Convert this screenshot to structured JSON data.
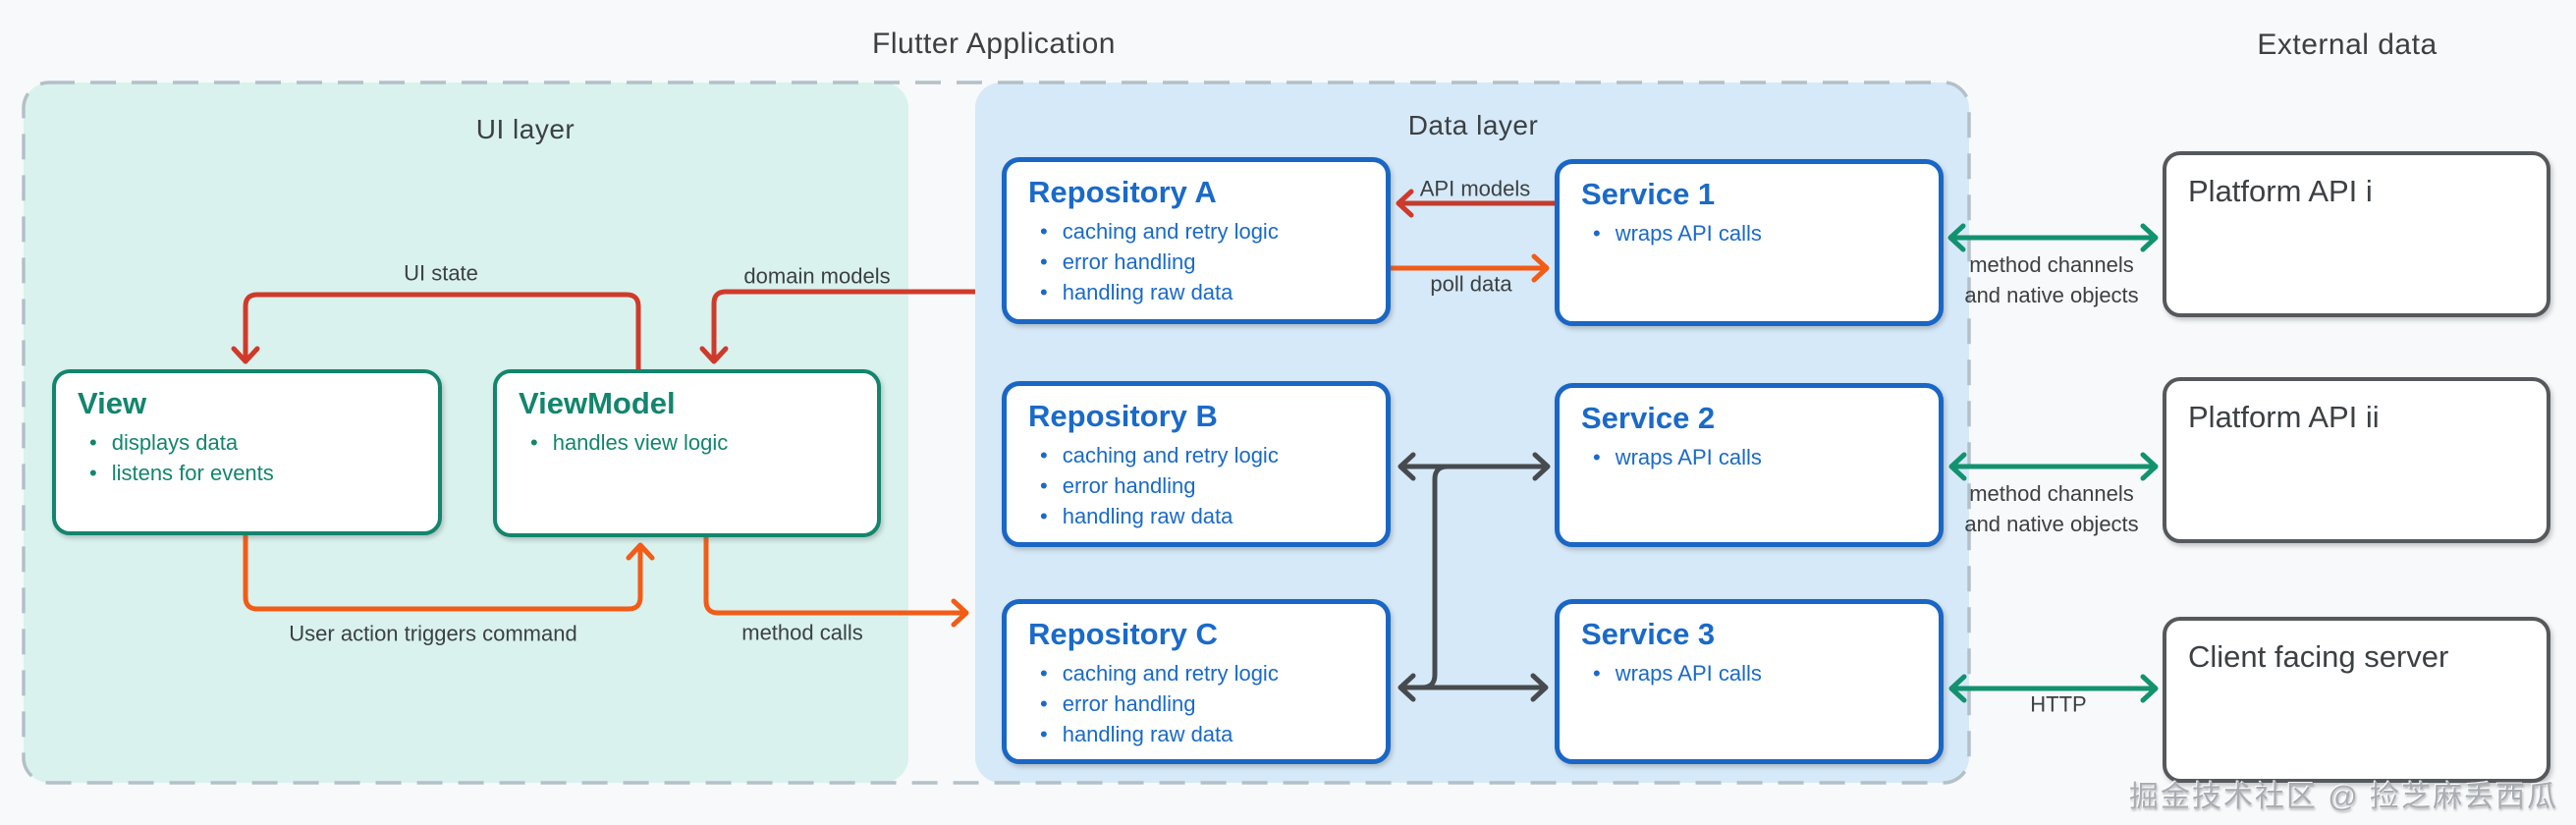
{
  "page": {
    "title_left": "Flutter Application",
    "title_right": "External data",
    "watermark": "掘金技术社区 @ 捡芝麻丢西瓜"
  },
  "panels": {
    "ui_layer": {
      "label": "UI layer"
    },
    "data_layer": {
      "label": "Data layer"
    }
  },
  "ui_layer": {
    "view": {
      "title": "View",
      "bullets": [
        "displays data",
        "listens for events"
      ]
    },
    "viewmodel": {
      "title": "ViewModel",
      "bullets": [
        "handles view logic"
      ]
    }
  },
  "data_layer": {
    "repositories": [
      {
        "title": "Repository A",
        "bullets": [
          "caching and retry logic",
          "error handling",
          "handling raw data"
        ]
      },
      {
        "title": "Repository B",
        "bullets": [
          "caching and retry logic",
          "error handling",
          "handling raw data"
        ]
      },
      {
        "title": "Repository C",
        "bullets": [
          "caching and retry logic",
          "error handling",
          "handling raw data"
        ]
      }
    ],
    "services": [
      {
        "title": "Service 1",
        "bullets": [
          "wraps API calls"
        ]
      },
      {
        "title": "Service 2",
        "bullets": [
          "wraps API calls"
        ]
      },
      {
        "title": "Service 3",
        "bullets": [
          "wraps API calls"
        ]
      }
    ]
  },
  "external": {
    "boxes": [
      {
        "title": "Platform API i"
      },
      {
        "title": "Platform API ii"
      },
      {
        "title": "Client facing server"
      }
    ]
  },
  "arrows": {
    "ui_state": "UI state",
    "domain_models": "domain models",
    "user_action": "User action triggers command",
    "method_calls": "method calls",
    "api_models": "API models",
    "poll_data": "poll data",
    "method_channels_1": "method channels",
    "method_channels_2": "and native objects",
    "http": "HTTP"
  },
  "colors": {
    "background": "#f7f9fa",
    "ui_panel_fill": "#d9f2ee",
    "data_panel_fill": "#d6e9f8",
    "dashed_border": "#b4c0c8",
    "teal_accent": "#13856d",
    "blue_accent": "#1a66c5",
    "red_arrow": "#cf3a2b",
    "orange_arrow": "#f25c17",
    "green_arrow": "#12926e",
    "dark_arrow": "#474a4e",
    "gray_text": "#3c4043"
  }
}
